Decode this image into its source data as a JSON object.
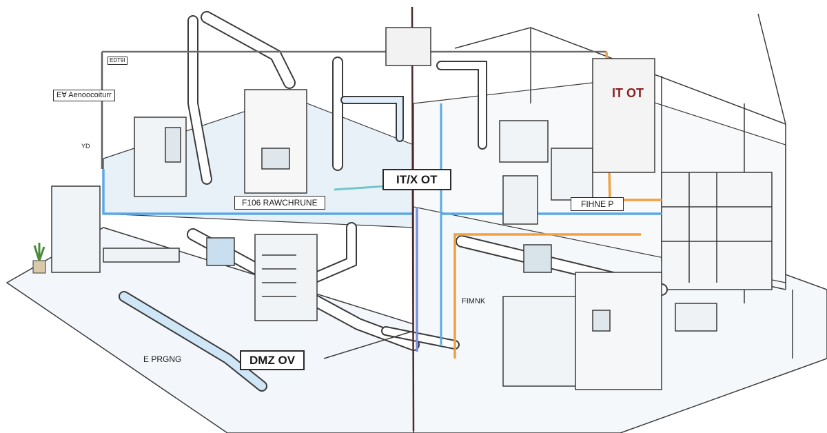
{
  "labels": {
    "top_left_tag": "EDT9I",
    "left_callout": "E∀ Aenoocoiturr",
    "left_small": "YD",
    "front_machine": "F106 RAWCHRUNE",
    "center_boundary": "IT/X OT",
    "right_sign": "IT OT",
    "right_machine": "FIHNE P",
    "right_floor": "FIMNK",
    "bottom_left": "E PRGNG",
    "dmz": "DMZ OV"
  },
  "colors": {
    "line_ink": "#3a3a3a",
    "it_blue": "#5aa9e6",
    "ot_orange": "#f0a040",
    "boundary_dark": "#4a2a2a",
    "floor_tint": "#e8f1f8",
    "teal_pipe": "#6fc6c9"
  }
}
